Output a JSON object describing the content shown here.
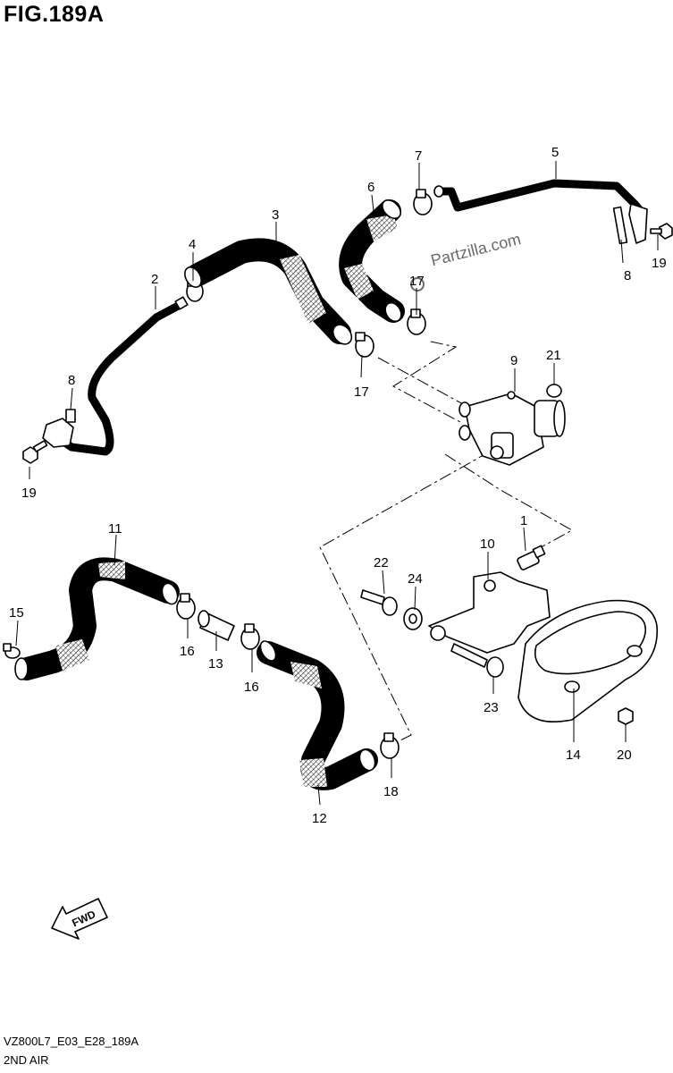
{
  "figure_title": "FIG.189A",
  "footer": {
    "code": "VZ800L7_E03_E28_189A",
    "name": "2ND AIR"
  },
  "watermark": "Partzilla.com",
  "fwd_label": "FWD",
  "callouts": {
    "c1": "1",
    "c2": "2",
    "c3": "3",
    "c4": "4",
    "c5": "5",
    "c6": "6",
    "c7": "7",
    "c8a": "8",
    "c8b": "8",
    "c9": "9",
    "c10": "10",
    "c11": "11",
    "c12": "12",
    "c13": "13",
    "c14": "14",
    "c15": "15",
    "c16a": "16",
    "c16b": "16",
    "c17a": "17",
    "c17b": "17",
    "c18": "18",
    "c19a": "19",
    "c19b": "19",
    "c20": "20",
    "c21": "21",
    "c22": "22",
    "c23": "23",
    "c24": "24"
  }
}
